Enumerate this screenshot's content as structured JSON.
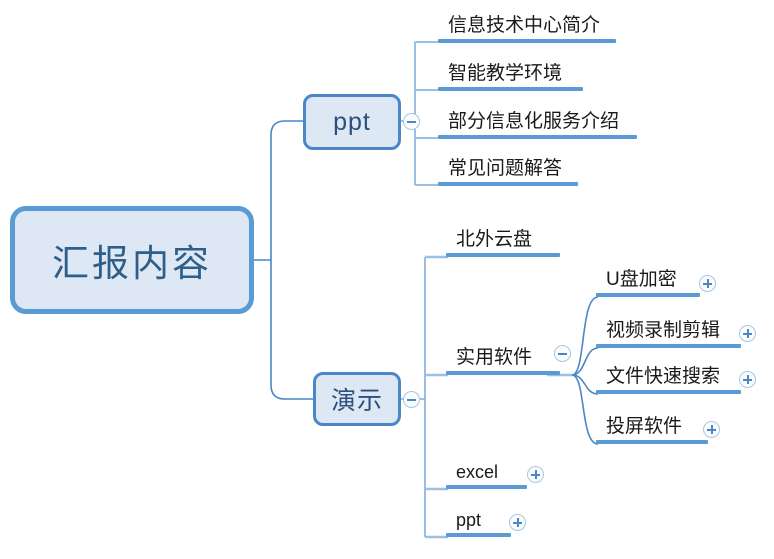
{
  "diagram": {
    "type": "mindmap",
    "title": "汇报内容",
    "root": {
      "label": "汇报内容",
      "fill_color": "#DEE8F4",
      "border_color": "#5B9BD5",
      "text_color": "#2E5F8A"
    },
    "accent_color": "#5B9BD5",
    "branches": [
      {
        "label": "ppt",
        "toggle": "minus",
        "toggle_icon": "collapse-circle-icon",
        "children": [
          {
            "label": "信息技术中心简介",
            "toggle": null
          },
          {
            "label": "智能教学环境",
            "toggle": null
          },
          {
            "label": "部分信息化服务介绍",
            "toggle": null
          },
          {
            "label": "常见问题解答",
            "toggle": null
          }
        ]
      },
      {
        "label": "演示",
        "toggle": "minus",
        "toggle_icon": "collapse-circle-icon",
        "children": [
          {
            "label": "北外云盘",
            "toggle": null
          },
          {
            "label": "实用软件",
            "toggle": "minus",
            "toggle_icon": "collapse-circle-icon",
            "children": [
              {
                "label": "U盘加密",
                "toggle": "plus",
                "toggle_icon": "expand-circle-icon"
              },
              {
                "label": "视频录制剪辑",
                "toggle": "plus",
                "toggle_icon": "expand-circle-icon"
              },
              {
                "label": "文件快速搜索",
                "toggle": "plus",
                "toggle_icon": "expand-circle-icon"
              },
              {
                "label": "投屏软件",
                "toggle": "plus",
                "toggle_icon": "expand-circle-icon"
              }
            ]
          },
          {
            "label": "excel",
            "toggle": "plus",
            "toggle_icon": "expand-circle-icon"
          },
          {
            "label": "ppt",
            "toggle": "plus",
            "toggle_icon": "expand-circle-icon"
          }
        ]
      }
    ]
  }
}
